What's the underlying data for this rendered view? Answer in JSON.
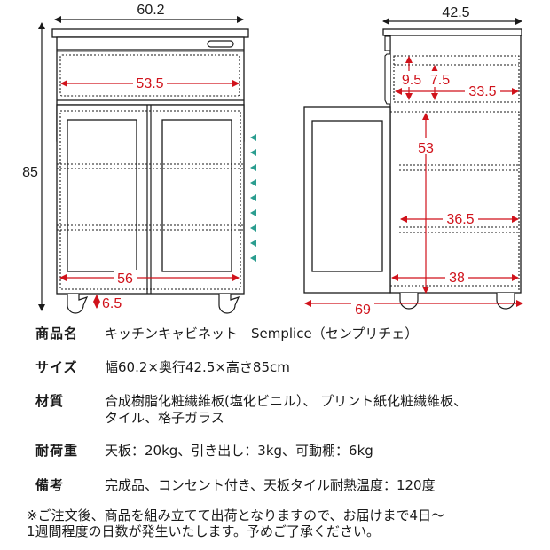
{
  "diagram": {
    "front_view": {
      "width_label": "60.2",
      "height_label": "85",
      "drawer_inner_width": "53.5",
      "cabinet_inner_width": "56",
      "caster_height": "6.5",
      "shelf_position_markers": 9
    },
    "side_view": {
      "depth_label": "42.5",
      "drawer_height_outer": "9.5",
      "drawer_height_inner": "7.5",
      "drawer_depth": "33.5",
      "cabinet_inner_height": "53",
      "shelf_depth": "36.5",
      "cabinet_inner_depth": "38",
      "door_open_depth": "69"
    },
    "colors": {
      "line": "#1a1a1a",
      "dimension_red": "#d0121b",
      "marker_teal": "#2a9d8f"
    }
  },
  "specs": [
    {
      "label": "商品名",
      "value": "キッチンキャビネット　Semplice（センプリチェ）"
    },
    {
      "label": "サイズ",
      "value": "幅60.2×奥行42.5×高さ85cm"
    },
    {
      "label": "材質",
      "value": "合成樹脂化粧繊維板(塩化ビニル）、 プリント紙化粧繊維板、",
      "value2": "タイル、格子ガラス"
    },
    {
      "label": "耐荷重",
      "value": "天板：20kg、引き出し：3kg、可動棚：6kg"
    },
    {
      "label": "備考",
      "value": "完成品、コンセント付き、天板タイル耐熱温度：120度"
    }
  ],
  "note": {
    "line1": "※ご注文後、商品を組み立てて出荷となりますので、お届けまで4日～",
    "line2": "1週間程度の日数が発生いたします。予めご了承ください。"
  }
}
